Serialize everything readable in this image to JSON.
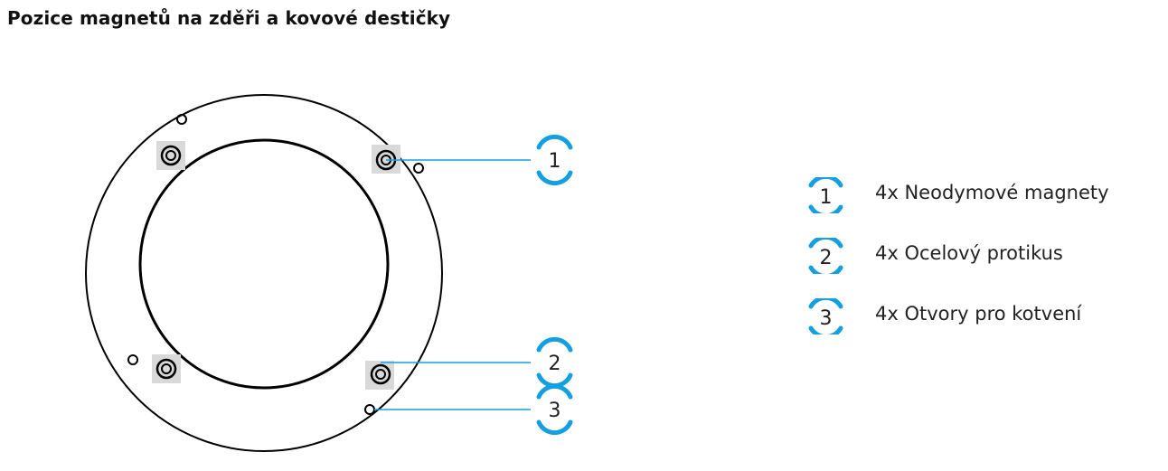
{
  "title": "Pozice magnetů na zděři a kovové destičky",
  "colors": {
    "accent": "#14a0e0",
    "line": "#000000",
    "plate": "#d9d9d9"
  },
  "callouts": [
    {
      "number": "1"
    },
    {
      "number": "2"
    },
    {
      "number": "3"
    }
  ],
  "legend": [
    {
      "number": "1",
      "label": "4x Neodymové magnety"
    },
    {
      "number": "2",
      "label": "4x Ocelový protikus"
    },
    {
      "number": "3",
      "label": "4x Otvory pro kotvení"
    }
  ]
}
